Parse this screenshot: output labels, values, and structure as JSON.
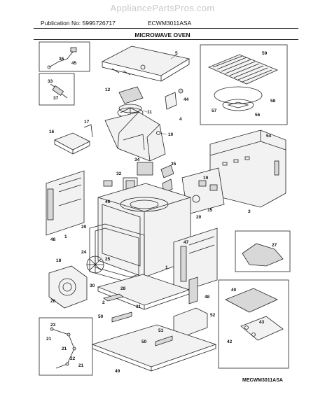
{
  "watermark": "AppliancePartsPros.com",
  "header": {
    "publication": "Publication No: 5995726717",
    "model": "ECWM3011ASA",
    "section_title": "MICROWAVE OVEN"
  },
  "caption": "MECWM3011ASA",
  "callouts": {
    "c1": "1",
    "c2": "2",
    "c3": "3",
    "c4": "4",
    "c5": "5",
    "c10": "10",
    "c11": "11",
    "c12": "12",
    "c15": "15",
    "c16": "16",
    "c17": "17",
    "c18": "18",
    "c19": "19",
    "c20": "20",
    "c21": "21",
    "c22": "22",
    "c23": "23",
    "c24": "24",
    "c25": "25",
    "c26": "26",
    "c27": "27",
    "c28": "28",
    "c29": "29",
    "c30": "30",
    "c31": "31",
    "c32": "32",
    "c33": "33",
    "c34": "34",
    "c35": "35",
    "c36": "36",
    "c37": "37",
    "c40": "40",
    "c42": "42",
    "c43": "43",
    "c44": "44",
    "c45": "45",
    "c46": "46",
    "c47": "47",
    "c48": "48",
    "c49": "49",
    "c50": "50",
    "c51": "51",
    "c52": "52",
    "c54": "54",
    "c56": "56",
    "c57": "57",
    "c58": "58",
    "c59": "59"
  }
}
